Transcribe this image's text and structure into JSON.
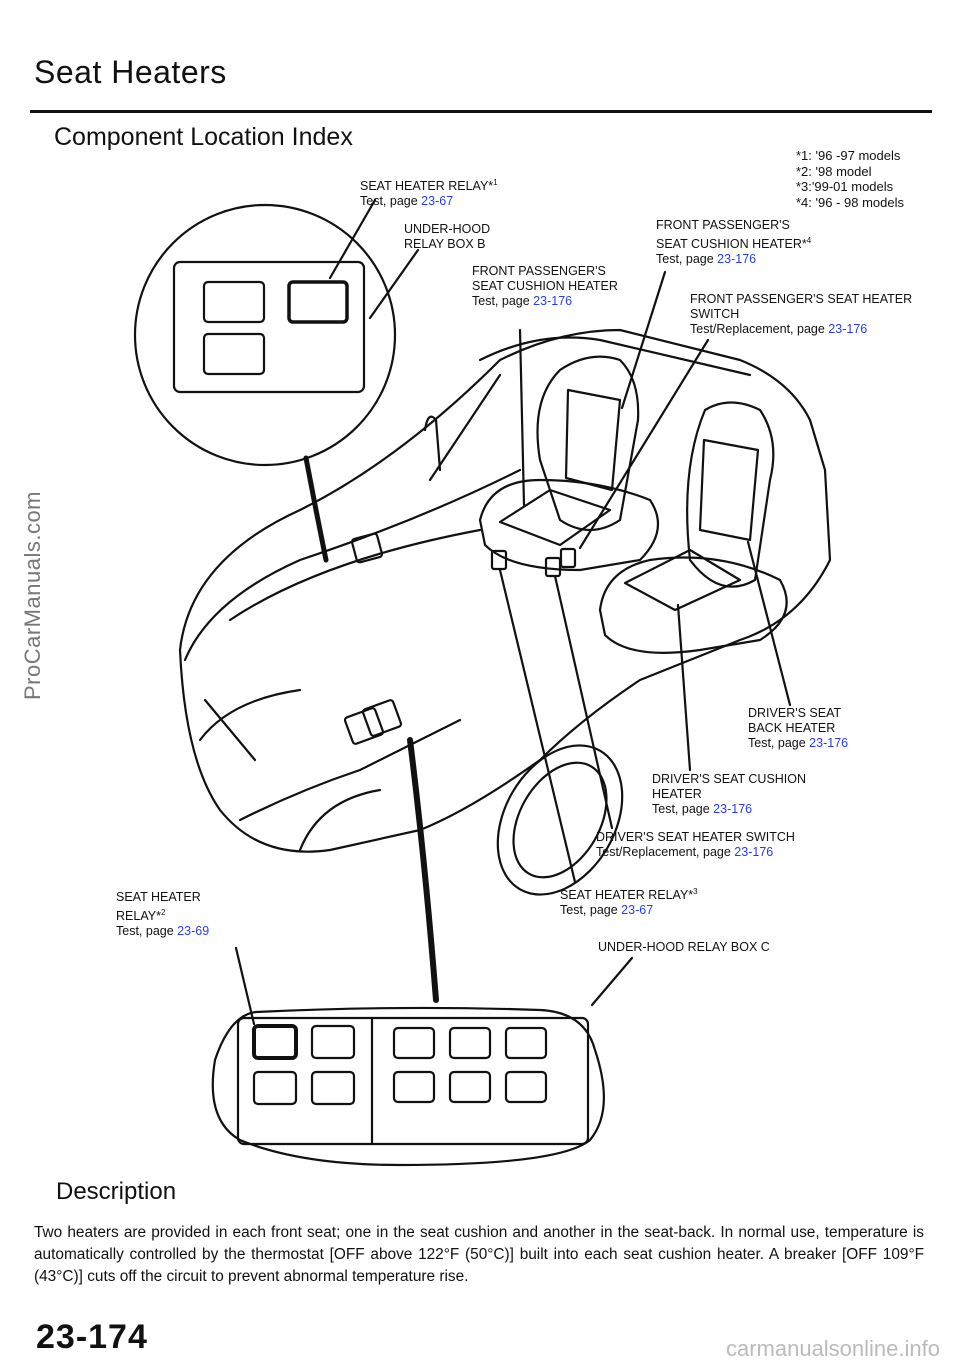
{
  "header": {
    "title": "Seat Heaters",
    "subtitle": "Component Location Index"
  },
  "notes": [
    "*1: '96 -97 models",
    "*2: '98 model",
    "*3:'99-01 models",
    "*4: '96 - 98 models"
  ],
  "callouts": {
    "relay1": {
      "name": "SEAT HEATER RELAY*",
      "sup": "1",
      "test": "Test, page",
      "page": "23-67"
    },
    "relay_box_b": {
      "line1": "UNDER-HOOD",
      "line2": "RELAY BOX B"
    },
    "fp_cushion": {
      "line1": "FRONT PASSENGER'S",
      "line2": "SEAT CUSHION HEATER",
      "test": "Test, page",
      "page": "23-176"
    },
    "fp_cushion4": {
      "line1": "FRONT PASSENGER'S",
      "line2": "SEAT CUSHION HEATER*",
      "sup": "4",
      "test": "Test, page",
      "page": "23-176"
    },
    "fp_switch": {
      "line1": "FRONT PASSENGER'S SEAT HEATER",
      "line2": "SWITCH",
      "test": "Test/Replacement, page",
      "page": "23-176"
    },
    "dr_back": {
      "line1": "DRIVER'S SEAT",
      "line2": "BACK HEATER",
      "test": "Test, page",
      "page": "23-176"
    },
    "dr_cushion": {
      "line1": "DRIVER'S SEAT CUSHION",
      "line2": "HEATER",
      "test": "Test, page",
      "page": "23-176"
    },
    "dr_switch": {
      "line1": "DRIVER'S SEAT HEATER SWITCH",
      "test": "Test/Replacement, page",
      "page": "23-176"
    },
    "relay3": {
      "name": "SEAT HEATER RELAY*",
      "sup": "3",
      "test": "Test, page",
      "page": "23-67"
    },
    "relay2": {
      "line1": "SEAT HEATER",
      "line2": "RELAY*",
      "sup": "2",
      "test": "Test, page",
      "page": "23-69"
    },
    "relay_box_c": {
      "line1": "UNDER-HOOD RELAY BOX C"
    }
  },
  "description": {
    "heading": "Description",
    "text": "Two heaters are provided in each front seat; one in the seat cushion and another in the seat-back. In normal use, temperature is automatically controlled by the thermostat [OFF above 122°F (50°C)] built into each seat cushion heater. A breaker [OFF 109°F (43°C)] cuts off the circuit to prevent abnormal temperature rise."
  },
  "page_number": "23-174",
  "watermark_side": "ProCarManuals.com",
  "watermark_footer": "carmanualsonline.info",
  "colors": {
    "link": "#2a3fd8",
    "ink": "#111111"
  }
}
